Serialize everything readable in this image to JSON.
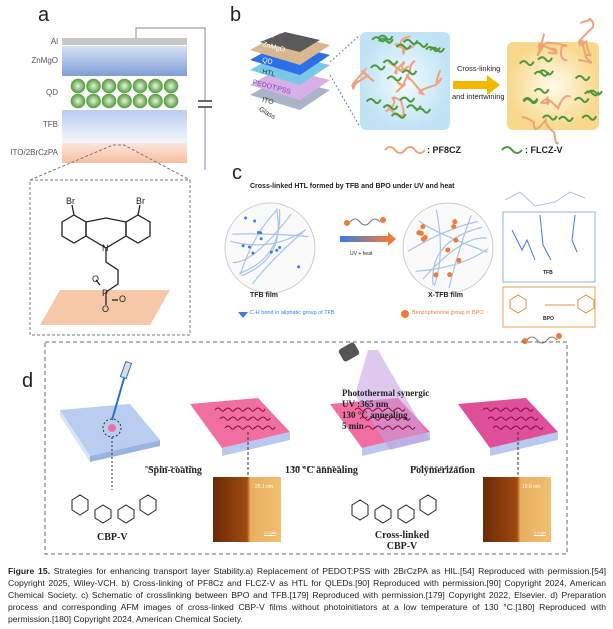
{
  "panel_a": {
    "label": "a",
    "layers": [
      "Al",
      "ZnMgO",
      "QD",
      "TFB",
      "ITO/2BrCzPA"
    ],
    "atoms": [
      "Br",
      "Br",
      "N",
      "P",
      "O",
      "O",
      "O"
    ]
  },
  "panel_b": {
    "label": "b",
    "stack_layers": [
      "Al",
      "ZnMgO",
      "QD",
      "HTL",
      "PEDOT:PSS",
      "ITO",
      "Glass"
    ],
    "arrow_text_1": "Cross-linking",
    "arrow_text_2": "and intertwining",
    "legend": [
      {
        "label": ": PF8CZ",
        "color": "#f0a27a"
      },
      {
        "label": ": FLCZ-V",
        "color": "#4a9a3a"
      }
    ]
  },
  "panel_c": {
    "label": "c",
    "title": "Cross-linked HTL formed by TFB and BPO under UV and heat",
    "arrow_text": "UV + heat",
    "film_1": "TFB film",
    "film_2": "X-TFB film",
    "legend_1": "C-H bond in aliphatic group of TFB",
    "legend_2": "Benzophenone group in BPO",
    "tfb_label": "TFB",
    "bpo_label": "BPO"
  },
  "panel_d": {
    "label": "d",
    "step_1": "Spin-coating",
    "step_2": "130 °C annealing",
    "step_3": "Polymerization",
    "cond_1": "Photothermal synergic",
    "cond_2": "UV :365 nm",
    "cond_3": "130 °C annealing",
    "cond_4": "5 min",
    "mol_1": "CBP-V",
    "mol_2a": "Cross-linked",
    "mol_2b": "CBP-V",
    "afm_1": "25.1 nm",
    "afm_2": "19.6 nm",
    "scale": "1.0 µm"
  },
  "caption": {
    "fig": "Figure 15.",
    "text": " Strategies for enhancing transport layer Stability.a) Replacement of PEDOT:PSS with 2BrCzPA as HIL.[54] Reproduced with permission.[54] Copyright 2025, Wiley-VCH. b) Cross-linking of PF8Cz and FLCZ-V as HTL for QLEDs.[90] Reproduced with permission.[90] Copyright 2024, American Chemical Society. c) Schematic of crosslinking between BPO and TFB.[179] Reproduced with permission.[179] Copyright 2022, Elsevier. d) Preparation process and corresponding AFM images of cross-linked CBP-V films without photoinitiators at a low temperature of 130 °C.[180] Reproduced with permission.[180] Copyright 2024, American Chemical Society."
  }
}
